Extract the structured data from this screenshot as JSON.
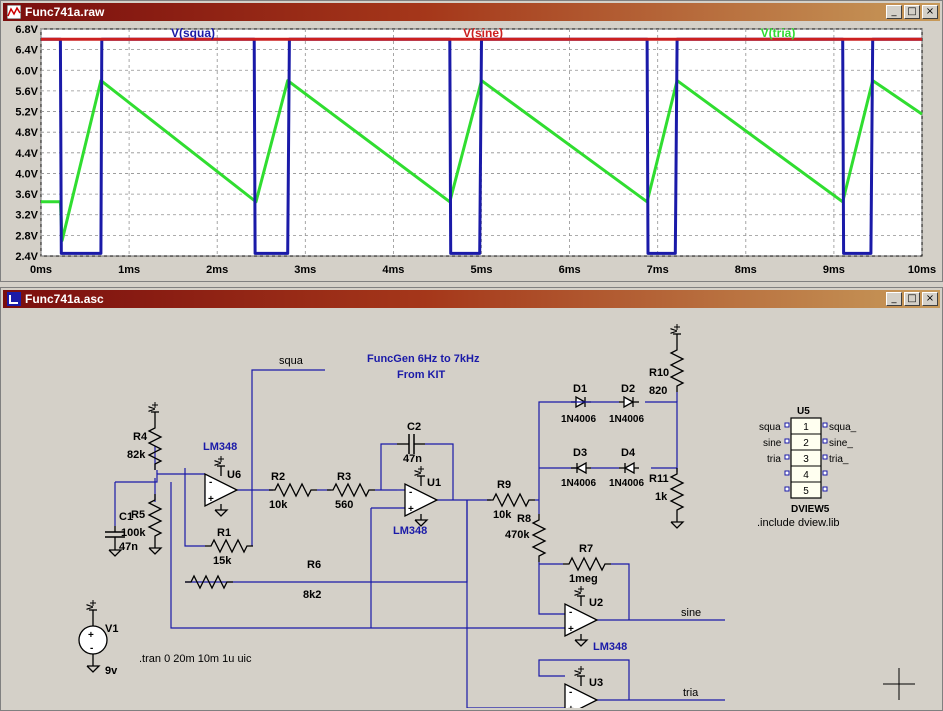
{
  "waveform_window": {
    "title": "Func741a.raw",
    "buttons": {
      "minimize": "_",
      "maximize": "□",
      "close": "×"
    }
  },
  "schematic_window": {
    "title": "Func741a.asc",
    "buttons": {
      "minimize": "_",
      "maximize": "□",
      "close": "×"
    }
  },
  "chart_data": {
    "type": "line",
    "x_unit": "ms",
    "xlim": [
      0,
      10
    ],
    "ylim": [
      2.4,
      6.8
    ],
    "x_ticks": [
      "0ms",
      "1ms",
      "2ms",
      "3ms",
      "4ms",
      "5ms",
      "6ms",
      "7ms",
      "8ms",
      "9ms",
      "10ms"
    ],
    "y_ticks": [
      "2.4V",
      "2.8V",
      "3.2V",
      "3.6V",
      "4.0V",
      "4.4V",
      "4.8V",
      "5.2V",
      "5.6V",
      "6.0V",
      "6.4V",
      "6.8V"
    ],
    "grid": true,
    "series": [
      {
        "name": "V(squa)",
        "color": "#1a1aa8",
        "x": [
          0,
          0.22,
          0.23,
          0.24,
          0.25,
          0.68,
          0.69,
          2.4,
          2.42,
          2.43,
          2.45,
          2.8,
          2.82,
          4.62,
          4.64,
          4.65,
          4.67,
          4.98,
          5.0,
          6.86,
          6.88,
          6.89,
          6.91,
          7.2,
          7.22,
          9.08,
          9.1,
          9.11,
          9.13,
          9.42,
          9.44,
          10.0
        ],
        "y": [
          6.6,
          6.6,
          2.45,
          2.45,
          2.45,
          2.45,
          6.6,
          6.6,
          6.6,
          2.45,
          2.45,
          2.45,
          6.6,
          6.6,
          6.6,
          2.45,
          2.45,
          2.45,
          6.6,
          6.6,
          6.6,
          2.45,
          2.45,
          2.45,
          6.6,
          6.6,
          6.6,
          2.45,
          2.45,
          2.45,
          6.6,
          6.6
        ]
      },
      {
        "name": "V(sine)",
        "color": "#cc2020",
        "x": [
          0,
          10
        ],
        "y": [
          6.6,
          6.6
        ]
      },
      {
        "name": "V(tria)",
        "color": "#30dd30",
        "x": [
          0,
          0.22,
          0.24,
          0.68,
          2.44,
          2.8,
          4.64,
          5.0,
          6.88,
          7.22,
          9.1,
          9.44,
          10.0
        ],
        "y": [
          3.45,
          3.45,
          2.7,
          5.8,
          3.45,
          5.8,
          3.45,
          5.8,
          3.45,
          5.8,
          3.45,
          5.8,
          5.15
        ]
      }
    ]
  },
  "schematic": {
    "annotation_title": "FuncGen 6Hz to 7kHz",
    "annotation_subtitle": "From KIT",
    "directive": ".tran 0 20m 10m 1u uic",
    "include": ".include dview.lib",
    "labels": {
      "squa": "squa",
      "sine": "sine",
      "tria": "tria",
      "R1": "R1",
      "R1v": "15k",
      "R2": "R2",
      "R2v": "10k",
      "R3": "R3",
      "R3v": "560",
      "R4": "R4",
      "R4v": "82k",
      "R5": "R5",
      "R5v": "100k",
      "R6": "R6",
      "R6v": "8k2",
      "R7": "R7",
      "R7v": "1meg",
      "R8": "R8",
      "R8v": "470k",
      "R9": "R9",
      "R9v": "10k",
      "R10": "R10",
      "R10v": "820",
      "R11": "R11",
      "R11v": "1k",
      "C1": "C1",
      "C1v": "47n",
      "C2": "C2",
      "C2v": "47n",
      "D1": "D1",
      "D2": "D2",
      "D3": "D3",
      "D4": "D4",
      "dv": "1N4006",
      "U1": "U1",
      "U2": "U2",
      "U3": "U3",
      "U6": "U6",
      "opamp": "LM348",
      "V1": "V1",
      "V1v": "9v",
      "U5": "U5",
      "U5v": "DVIEW5",
      "plus": "+",
      "minus": "-",
      "pin1": "1",
      "pin2": "2",
      "pin3": "3",
      "pin4": "4",
      "pin5": "5",
      "squa_": "squa_",
      "sine_": "sine_",
      "tria_": "tria_"
    }
  }
}
